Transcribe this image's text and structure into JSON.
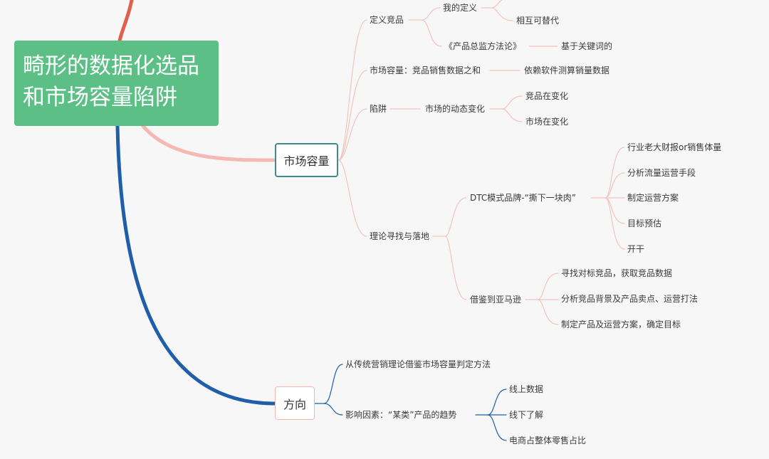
{
  "root": {
    "line1": "畸形的数据化选品",
    "line2": "和市场容量陷阱"
  },
  "branches": {
    "market": {
      "label": "市场容量",
      "define": {
        "label": "定义竞品",
        "my_def": "我的定义",
        "substitute": "相互可替代",
        "book": "《产品总监方法论》",
        "keyword": "基于关键词的"
      },
      "capacity": {
        "label": "市场容量：竞品销售数据之和",
        "child": "依赖软件测算销量数据"
      },
      "trap": {
        "label": "陷阱",
        "dynamic": "市场的动态变化",
        "c1": "竞品在变化",
        "c2": "市场在变化"
      },
      "theory": {
        "label": "理论寻找与落地",
        "dtc": {
          "label": "DTC模式品牌-“撕下一块肉”",
          "items": [
            "行业老大财报or销售体量",
            "分析流量运营手段",
            "制定运营方案",
            "目标预估",
            "开干"
          ]
        },
        "amazon": {
          "label": "借鉴到亚马逊",
          "items": [
            "寻找对标竞品，获取竞品数据",
            "分析竞品背景及产品卖点、运营打法",
            "制定产品及运营方案，确定目标"
          ]
        }
      }
    },
    "direction": {
      "label": "方向",
      "traditional": "从传统营销理论借鉴市场容量判定方法",
      "factors": {
        "label": "影响因素：“某类”产品的趋势",
        "items": [
          "线上数据",
          "线下了解",
          "电商占整体零售占比"
        ]
      }
    }
  },
  "colors": {
    "root": "#5cbf86",
    "red_branch": "#e0604f",
    "pink_branch": "#f5b8b2",
    "blue_branch": "#1f5ea8",
    "thin": "#f2c4bf"
  }
}
